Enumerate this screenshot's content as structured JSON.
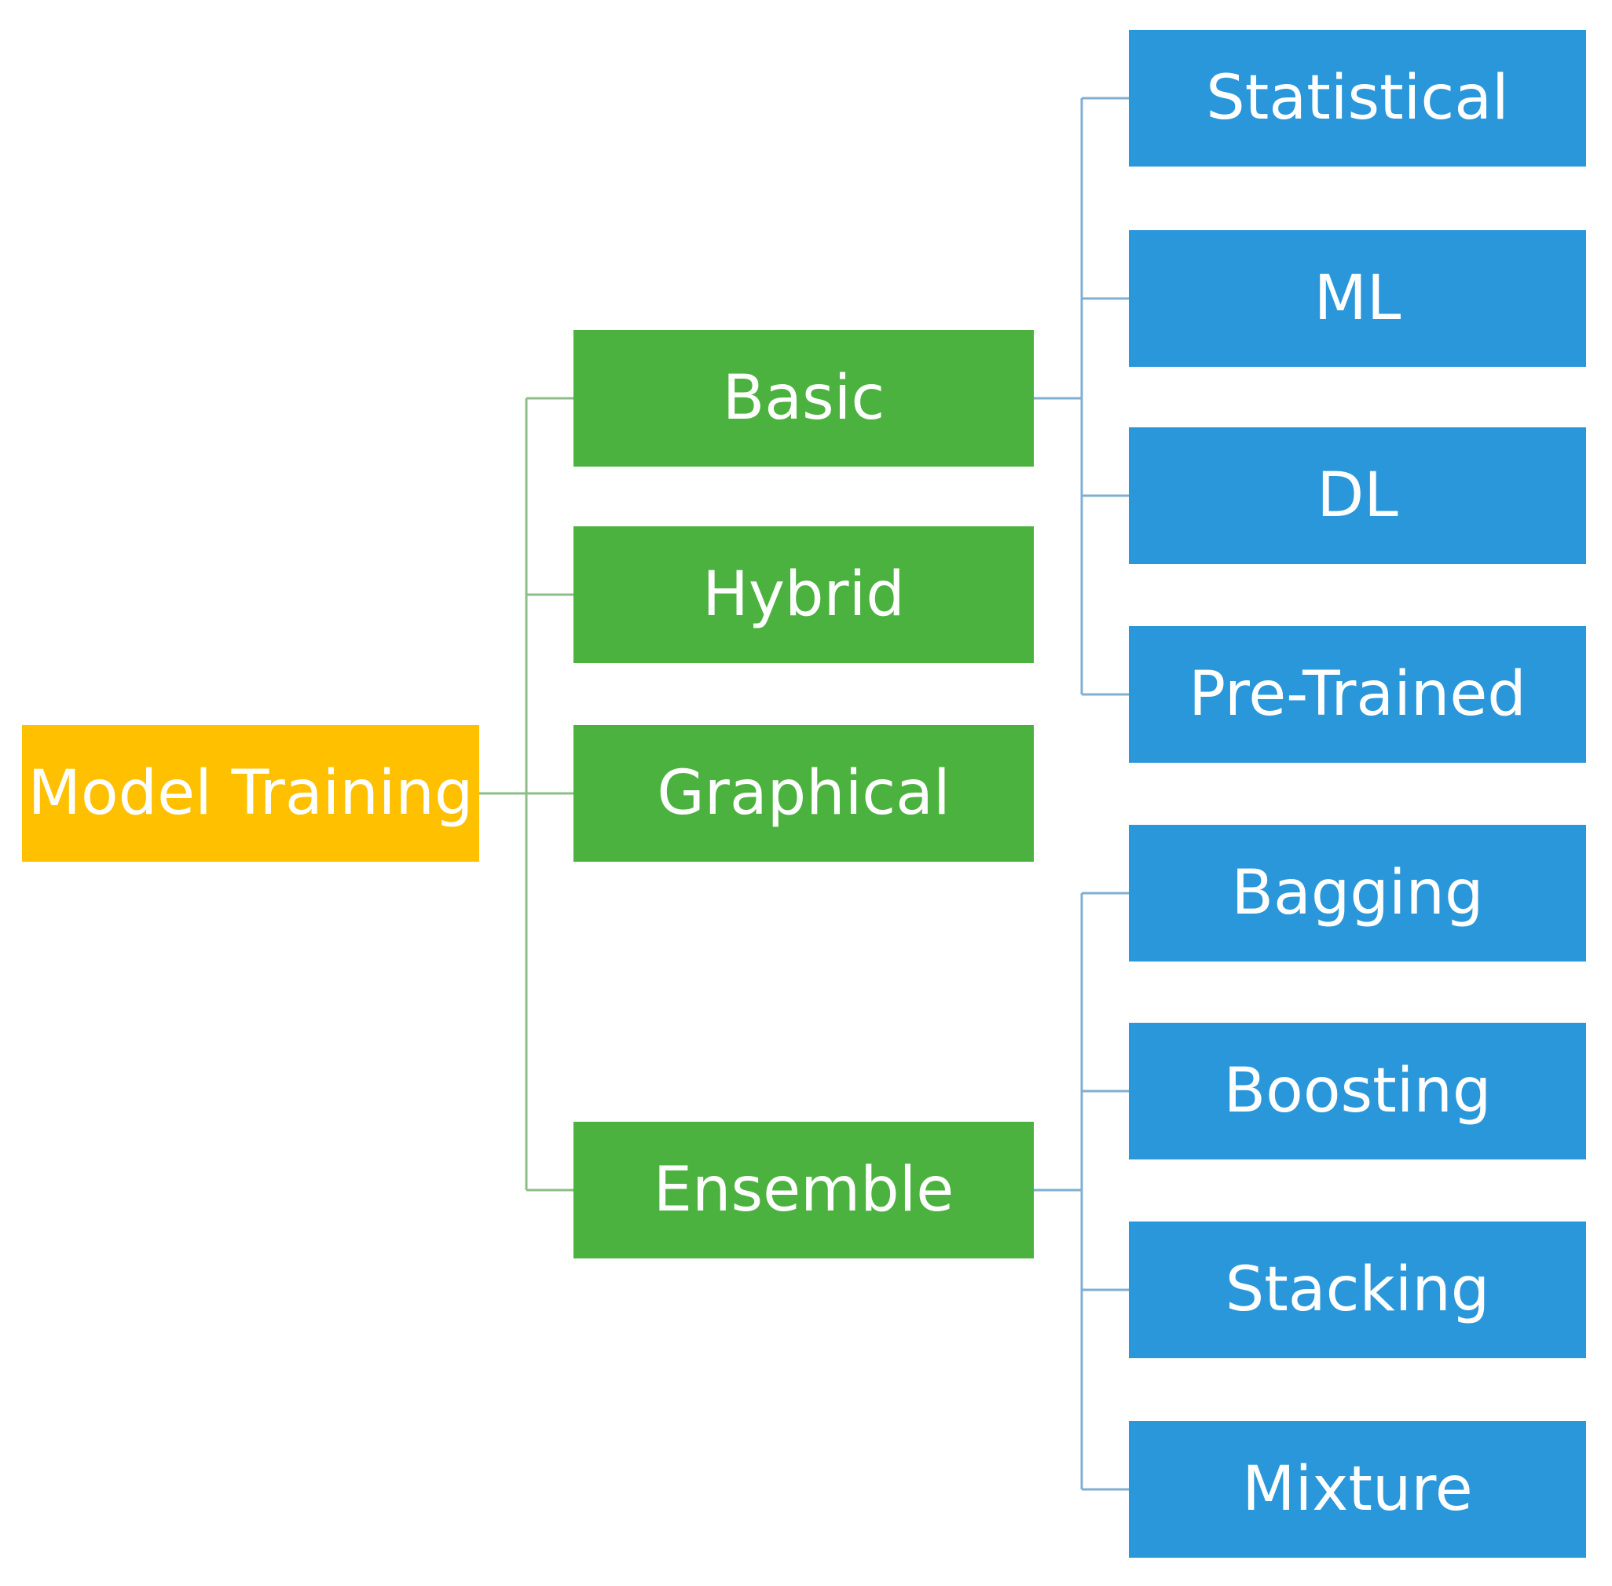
{
  "colors": {
    "root_fill": "#FFC000",
    "level1_fill": "#4CB23F",
    "level2_fill": "#2A97DA",
    "level1_connector": "#8DBE88",
    "level2_connector": "#7FAFD2"
  },
  "root": {
    "label": "Model Training"
  },
  "categories": [
    {
      "label": "Basic",
      "children": [
        "Statistical",
        "ML",
        "DL",
        "Pre-Trained"
      ]
    },
    {
      "label": "Hybrid",
      "children": []
    },
    {
      "label": "Graphical",
      "children": []
    },
    {
      "label": "Ensemble",
      "children": [
        "Bagging",
        "Boosting",
        "Stacking",
        "Mixture"
      ]
    }
  ]
}
